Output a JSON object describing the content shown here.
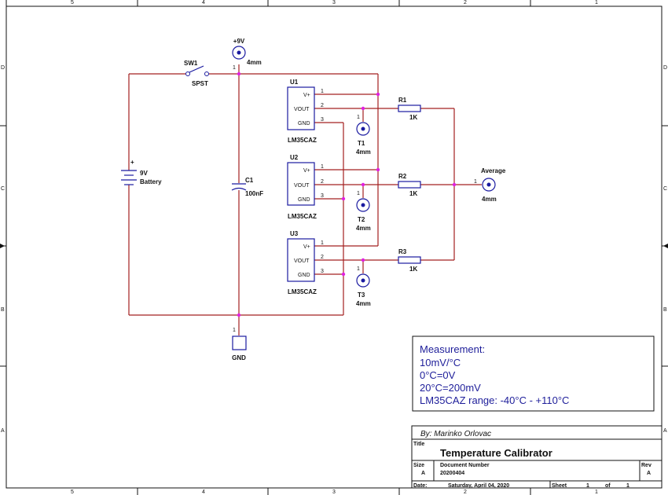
{
  "border": {
    "top_cols": [
      "5",
      "4",
      "3",
      "2",
      "1"
    ],
    "bottom_cols": [
      "5",
      "4",
      "3",
      "2",
      "1"
    ],
    "left_rows": [
      "D",
      "C",
      "B",
      "A"
    ],
    "right_rows": [
      "D",
      "C",
      "B",
      "A"
    ]
  },
  "supply": {
    "label": "+9V",
    "size": "4mm"
  },
  "switch": {
    "ref": "SW1",
    "type": "SPST"
  },
  "battery": {
    "plus": "+",
    "value": "9V",
    "name": "Battery"
  },
  "capacitor": {
    "ref": "C1",
    "value": "100nF"
  },
  "ground": {
    "label": "GND"
  },
  "sensors": [
    {
      "ref": "U1",
      "part": "LM35CAZ",
      "pins": [
        "V+",
        "VOUT",
        "GND"
      ],
      "pin_nums": [
        "1",
        "2",
        "3"
      ]
    },
    {
      "ref": "U2",
      "part": "LM35CAZ",
      "pins": [
        "V+",
        "VOUT",
        "GND"
      ],
      "pin_nums": [
        "1",
        "2",
        "3"
      ]
    },
    {
      "ref": "U3",
      "part": "LM35CAZ",
      "pins": [
        "V+",
        "VOUT",
        "GND"
      ],
      "pin_nums": [
        "1",
        "2",
        "3"
      ]
    }
  ],
  "testpoints": [
    {
      "ref": "T1",
      "size": "4mm"
    },
    {
      "ref": "T2",
      "size": "4mm"
    },
    {
      "ref": "T3",
      "size": "4mm"
    }
  ],
  "resistors": [
    {
      "ref": "R1",
      "value": "1K"
    },
    {
      "ref": "R2",
      "value": "1K"
    },
    {
      "ref": "R3",
      "value": "1K"
    }
  ],
  "output": {
    "label": "Average",
    "size": "4mm",
    "pin": "1"
  },
  "pin_marker": "1",
  "notes": [
    "Measurement:",
    "10mV/°C",
    "0°C=0V",
    "20°C=200mV",
    "LM35CAZ range: -40°C - +110°C"
  ],
  "title_block": {
    "author": "By: Marinko Orlovac",
    "title_label": "Title",
    "title": "Temperature Calibrator",
    "size_label": "Size",
    "size": "A",
    "docnum_label": "Document Number",
    "docnum": "20200404",
    "rev_label": "Rev",
    "rev": "A",
    "date_label": "Date:",
    "date": "Saturday, April 04, 2020",
    "sheet_label": "Sheet",
    "sheet": "1",
    "of_label": "of",
    "of": "1"
  }
}
